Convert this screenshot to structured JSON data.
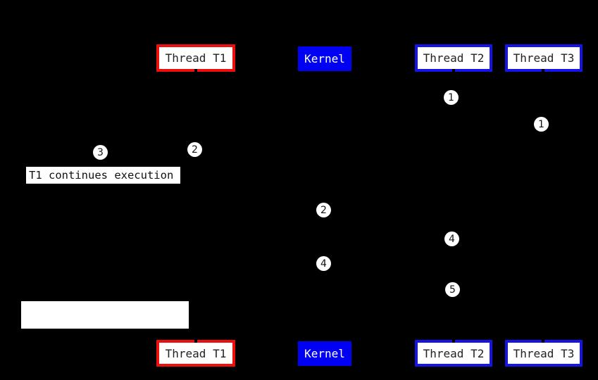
{
  "figure": {
    "description": "Thread and kernel sequence diagram on black background"
  },
  "colors": {
    "background": "#000000",
    "red": "#ee0e0e",
    "blue_border": "#1414e6",
    "kernel_fill": "#0000f2",
    "box_fill": "#ffffff",
    "thread_text": "#222222",
    "kernel_text": "#ffffff",
    "marker_fill": "#ffffff",
    "marker_text": "#111111",
    "lifeline": "#000000"
  },
  "lanes": [
    {
      "label": "Thread T1",
      "variant": "red-border"
    },
    {
      "label": "Kernel",
      "variant": "kernel-fill"
    },
    {
      "label": "Thread T2",
      "variant": "blue-border"
    },
    {
      "label": "Thread T3",
      "variant": "blue-border"
    }
  ],
  "markers": [
    {
      "label": "1"
    },
    {
      "label": "1"
    },
    {
      "label": "3"
    },
    {
      "label": "2"
    },
    {
      "label": "2"
    },
    {
      "label": "4"
    },
    {
      "label": "4"
    },
    {
      "label": "5"
    }
  ],
  "note": {
    "text": "T1 continues execution"
  }
}
